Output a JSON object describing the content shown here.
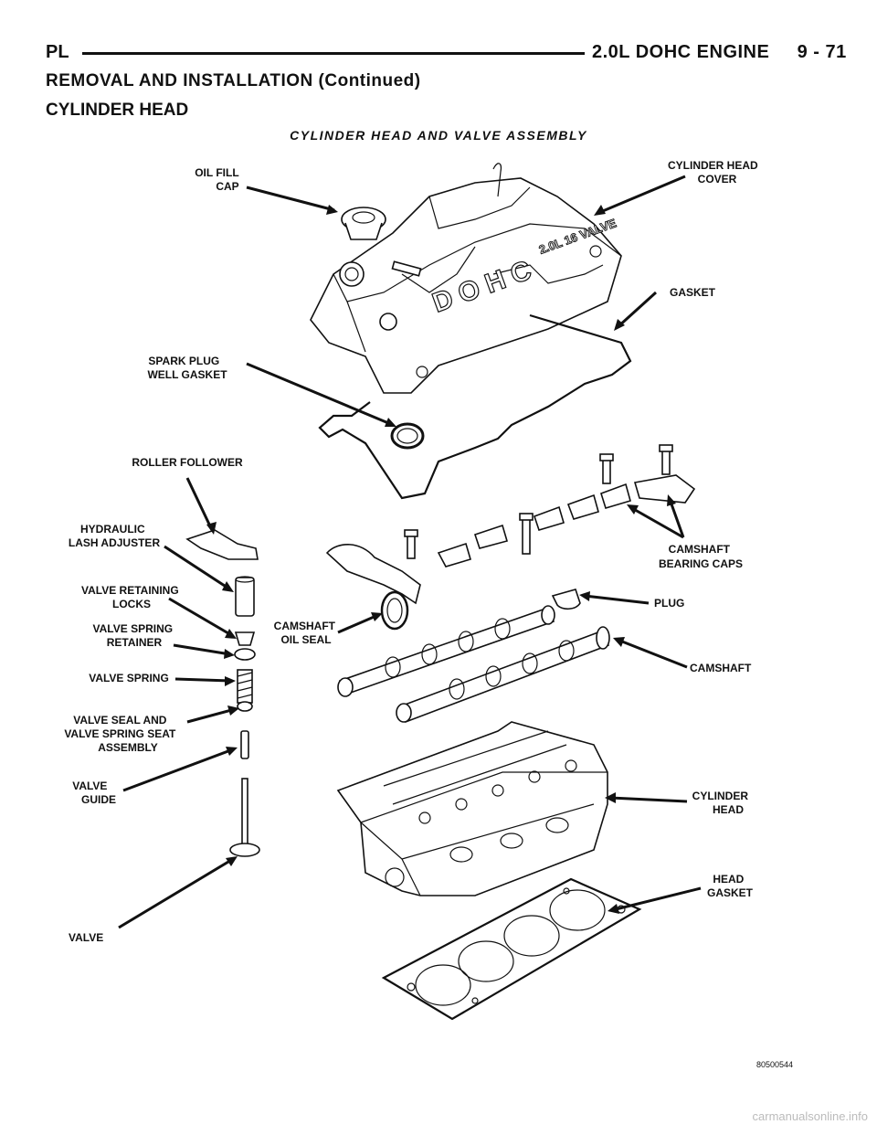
{
  "header": {
    "left": "PL",
    "right": "2.0L DOHC ENGINE     9 - 71"
  },
  "section_title": "REMOVAL AND INSTALLATION (Continued)",
  "subsection_title": "CYLINDER HEAD",
  "figure": {
    "title": "CYLINDER HEAD AND VALVE ASSEMBLY",
    "code": "80500544",
    "cover_text": "DOHC",
    "cover_text2": "2.0L 16 VALVE",
    "labels": {
      "oil_fill_cap": [
        "OIL FILL",
        "CAP"
      ],
      "cylinder_head_cover": [
        "CYLINDER HEAD",
        "COVER"
      ],
      "gasket": [
        "GASKET"
      ],
      "spark_plug_well_gasket": [
        "SPARK PLUG",
        "WELL GASKET"
      ],
      "roller_follower": [
        "ROLLER FOLLOWER"
      ],
      "hydraulic_lash_adjuster": [
        "HYDRAULIC",
        "LASH ADJUSTER"
      ],
      "camshaft_bearing_caps": [
        "CAMSHAFT",
        "BEARING CAPS"
      ],
      "valve_retaining_locks": [
        "VALVE RETAINING",
        "LOCKS"
      ],
      "plug": [
        "PLUG"
      ],
      "camshaft_oil_seal": [
        "CAMSHAFT",
        "OIL SEAL"
      ],
      "valve_spring_retainer": [
        "VALVE SPRING",
        "RETAINER"
      ],
      "camshaft": [
        "CAMSHAFT"
      ],
      "valve_spring": [
        "VALVE SPRING"
      ],
      "valve_seal_and_seat": [
        "VALVE SEAL AND",
        "VALVE SPRING SEAT",
        "ASSEMBLY"
      ],
      "valve_guide": [
        "VALVE",
        "GUIDE"
      ],
      "cylinder_head": [
        "CYLINDER",
        "HEAD"
      ],
      "head_gasket": [
        "HEAD",
        "GASKET"
      ],
      "valve": [
        "VALVE"
      ]
    }
  },
  "footer": {
    "watermark": "carmanualsonline.info"
  }
}
